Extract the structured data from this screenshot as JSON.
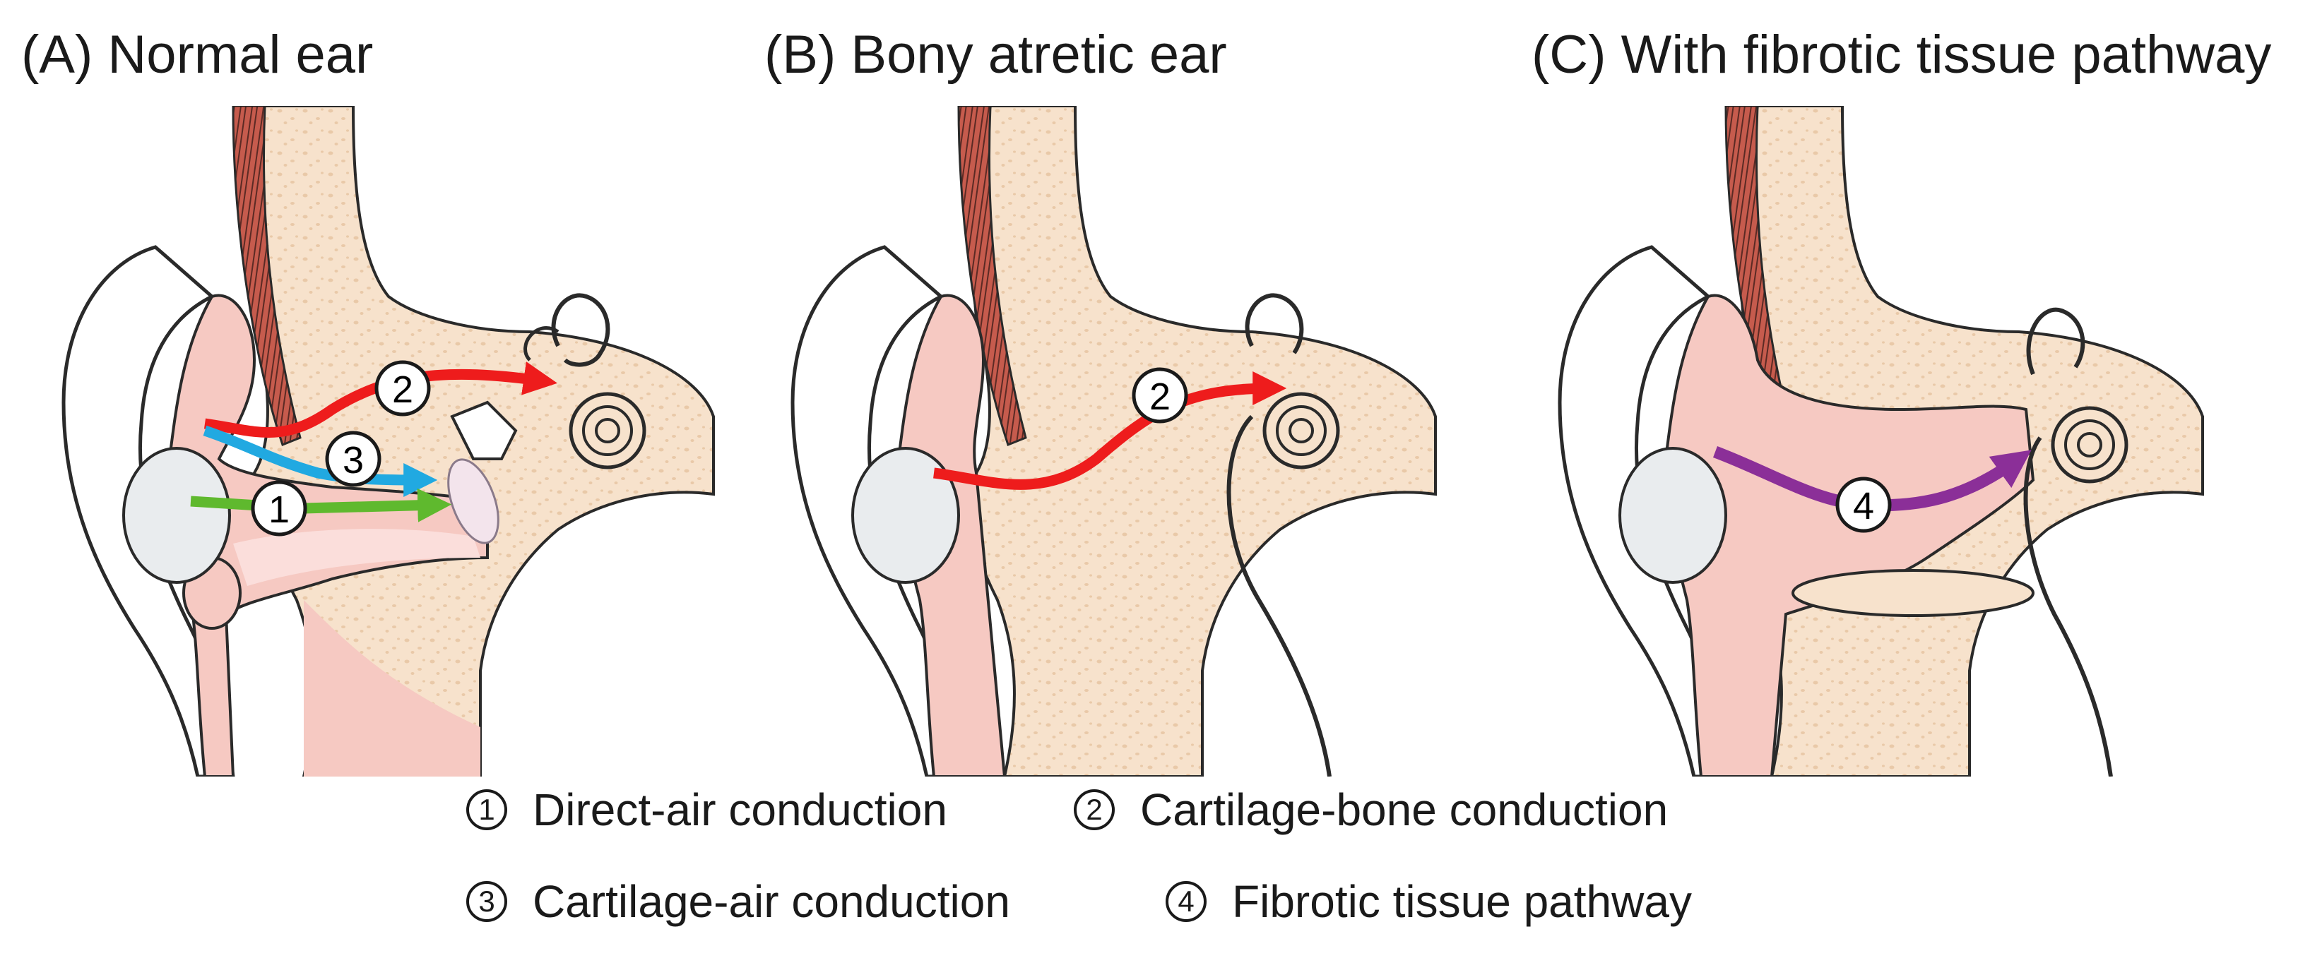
{
  "panels": [
    {
      "id": "A",
      "title": "(A) Normal ear"
    },
    {
      "id": "B",
      "title": "(B) Bony atretic ear"
    },
    {
      "id": "C",
      "title": "(C) With fibrotic tissue pathway"
    }
  ],
  "markers": {
    "one": "1",
    "two": "2",
    "three": "3",
    "four": "4"
  },
  "legend": [
    {
      "num": "1",
      "label": "Direct-air conduction"
    },
    {
      "num": "2",
      "label": "Cartilage-bone conduction"
    },
    {
      "num": "3",
      "label": "Cartilage-air conduction"
    },
    {
      "num": "4",
      "label": "Fibrotic tissue pathway"
    }
  ],
  "colors": {
    "skin": "#f6c9c2",
    "skin_light": "#fbdedb",
    "bone": "#f7e2cc",
    "bone_dot": "#e9c9a8",
    "muscle": "#c65b4d",
    "outline": "#2a2a2a",
    "direct_air": "#5fb92e",
    "cartilage_bone": "#ee1c1c",
    "cartilage_air": "#21a9e1",
    "fibrotic": "#8b2f98"
  }
}
